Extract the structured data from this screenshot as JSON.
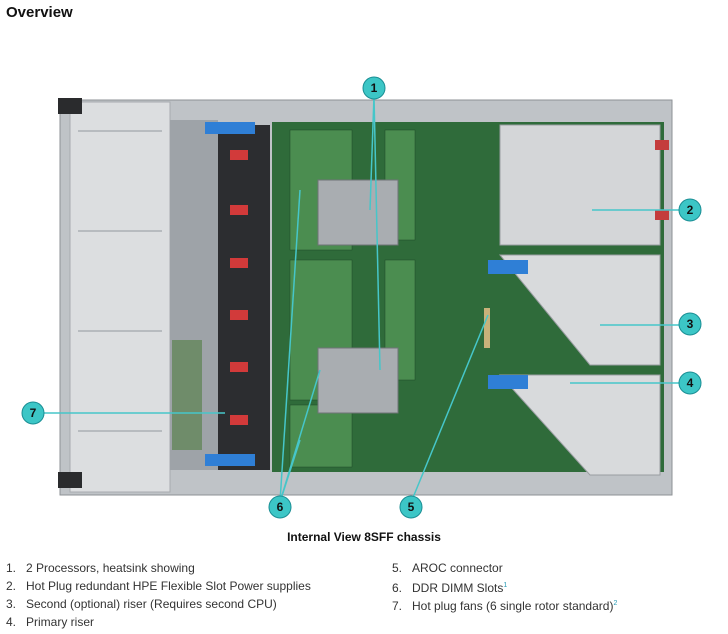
{
  "page": {
    "title": "Overview",
    "caption": "Internal View 8SFF chassis"
  },
  "callouts": [
    "1",
    "2",
    "3",
    "4",
    "5",
    "6",
    "7"
  ],
  "items_left": [
    {
      "num": "1.",
      "text": "2 Processors, heatsink showing",
      "sup": ""
    },
    {
      "num": "2.",
      "text": "Hot Plug redundant HPE Flexible Slot Power supplies",
      "sup": ""
    },
    {
      "num": "3.",
      "text": "Second (optional) riser (Requires second CPU)",
      "sup": ""
    },
    {
      "num": "4.",
      "text": "Primary riser",
      "sup": ""
    }
  ],
  "items_right": [
    {
      "num": "5.",
      "text": "AROC connector",
      "sup": ""
    },
    {
      "num": "6.",
      "text": "DDR DIMM Slots",
      "sup": "1"
    },
    {
      "num": "7.",
      "text": "Hot plug fans (6 single rotor standard)",
      "sup": "2"
    }
  ],
  "colors": {
    "callout_fill": "#3cc6c6",
    "callout_stroke": "#1a8e94",
    "pcb": "#2f6b3a",
    "chassis": "#c9ccd0",
    "fan_red": "#d23a3a",
    "latch_blue": "#2f7fd6"
  }
}
